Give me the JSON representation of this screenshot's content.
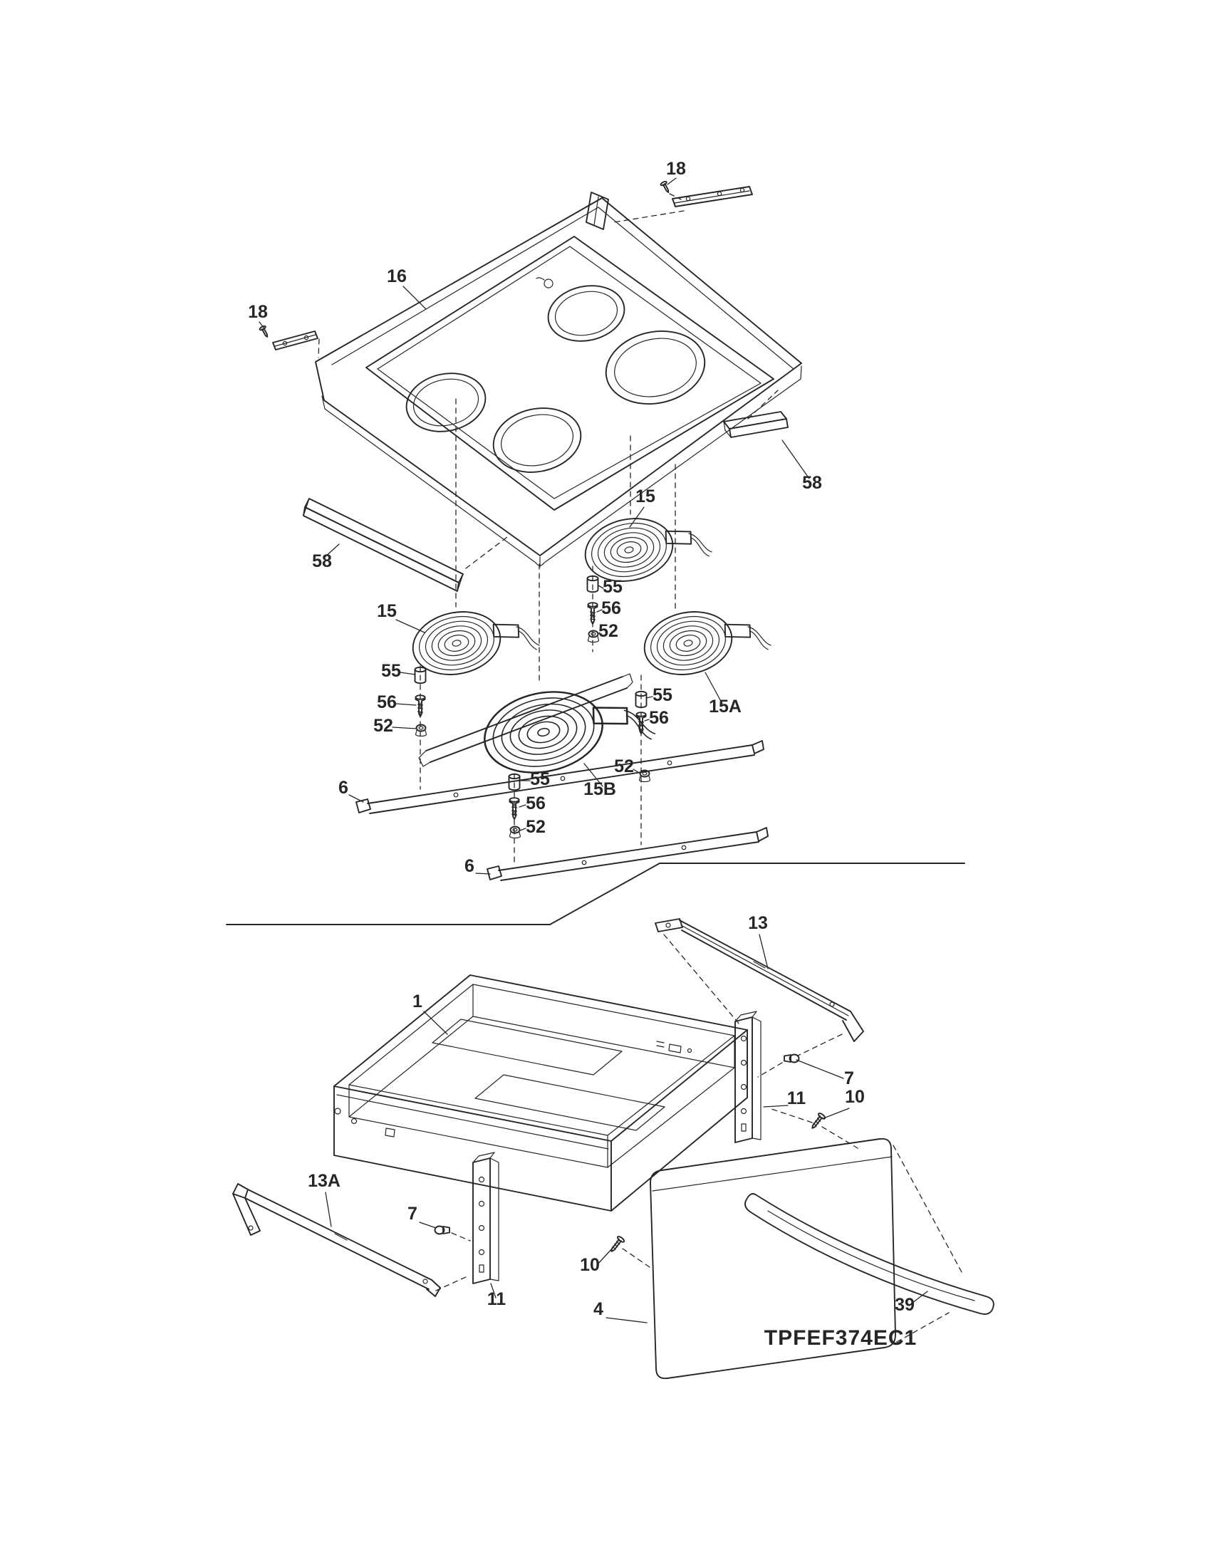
{
  "diagram": {
    "model_code": "TPFEF374EC1",
    "callouts": [
      {
        "part": "18"
      },
      {
        "part": "16"
      },
      {
        "part": "18"
      },
      {
        "part": "58"
      },
      {
        "part": "15"
      },
      {
        "part": "58"
      },
      {
        "part": "15"
      },
      {
        "part": "55"
      },
      {
        "part": "56"
      },
      {
        "part": "52"
      },
      {
        "part": "55"
      },
      {
        "part": "56"
      },
      {
        "part": "52"
      },
      {
        "part": "15A"
      },
      {
        "part": "55"
      },
      {
        "part": "56"
      },
      {
        "part": "52"
      },
      {
        "part": "15B"
      },
      {
        "part": "6"
      },
      {
        "part": "55"
      },
      {
        "part": "56"
      },
      {
        "part": "52"
      },
      {
        "part": "6"
      },
      {
        "part": "13"
      },
      {
        "part": "1"
      },
      {
        "part": "7"
      },
      {
        "part": "11"
      },
      {
        "part": "10"
      },
      {
        "part": "13A"
      },
      {
        "part": "7"
      },
      {
        "part": "10"
      },
      {
        "part": "11"
      },
      {
        "part": "4"
      },
      {
        "part": "39"
      }
    ]
  },
  "colors": {
    "ink": "#262626",
    "paper": "#ffffff"
  }
}
